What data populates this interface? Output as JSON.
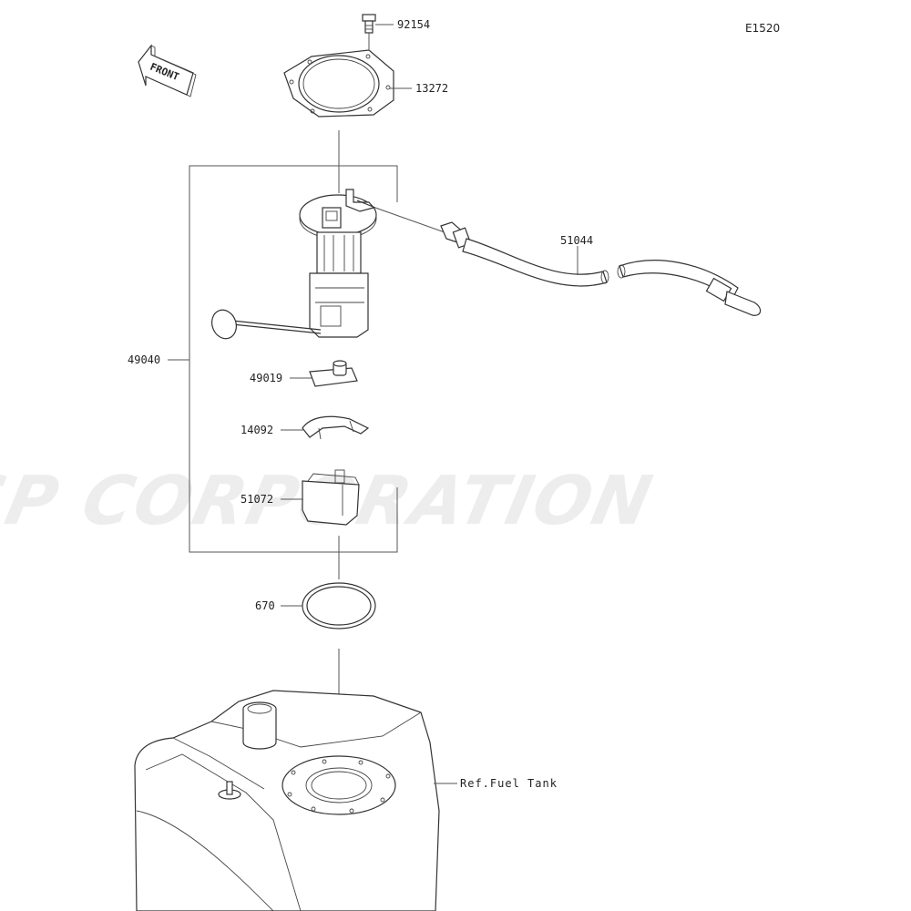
{
  "diagram_code": "E1520",
  "front_indicator": {
    "text": "FRONT"
  },
  "watermark": {
    "text": "JSP CORPORATION"
  },
  "parts": [
    {
      "id": "bolt",
      "number": "92154"
    },
    {
      "id": "gasket-plate",
      "number": "13272"
    },
    {
      "id": "fuel-hose",
      "number": "51044"
    },
    {
      "id": "fuel-pump-assembly",
      "number": "49040"
    },
    {
      "id": "filter",
      "number": "49019"
    },
    {
      "id": "cover",
      "number": "14092"
    },
    {
      "id": "case",
      "number": "51072"
    },
    {
      "id": "o-ring",
      "number": "670"
    }
  ],
  "reference": {
    "label": "Ref.Fuel Tank"
  },
  "colors": {
    "line": "#333333",
    "text": "#222222",
    "watermark": "#ededed",
    "background": "#ffffff"
  }
}
